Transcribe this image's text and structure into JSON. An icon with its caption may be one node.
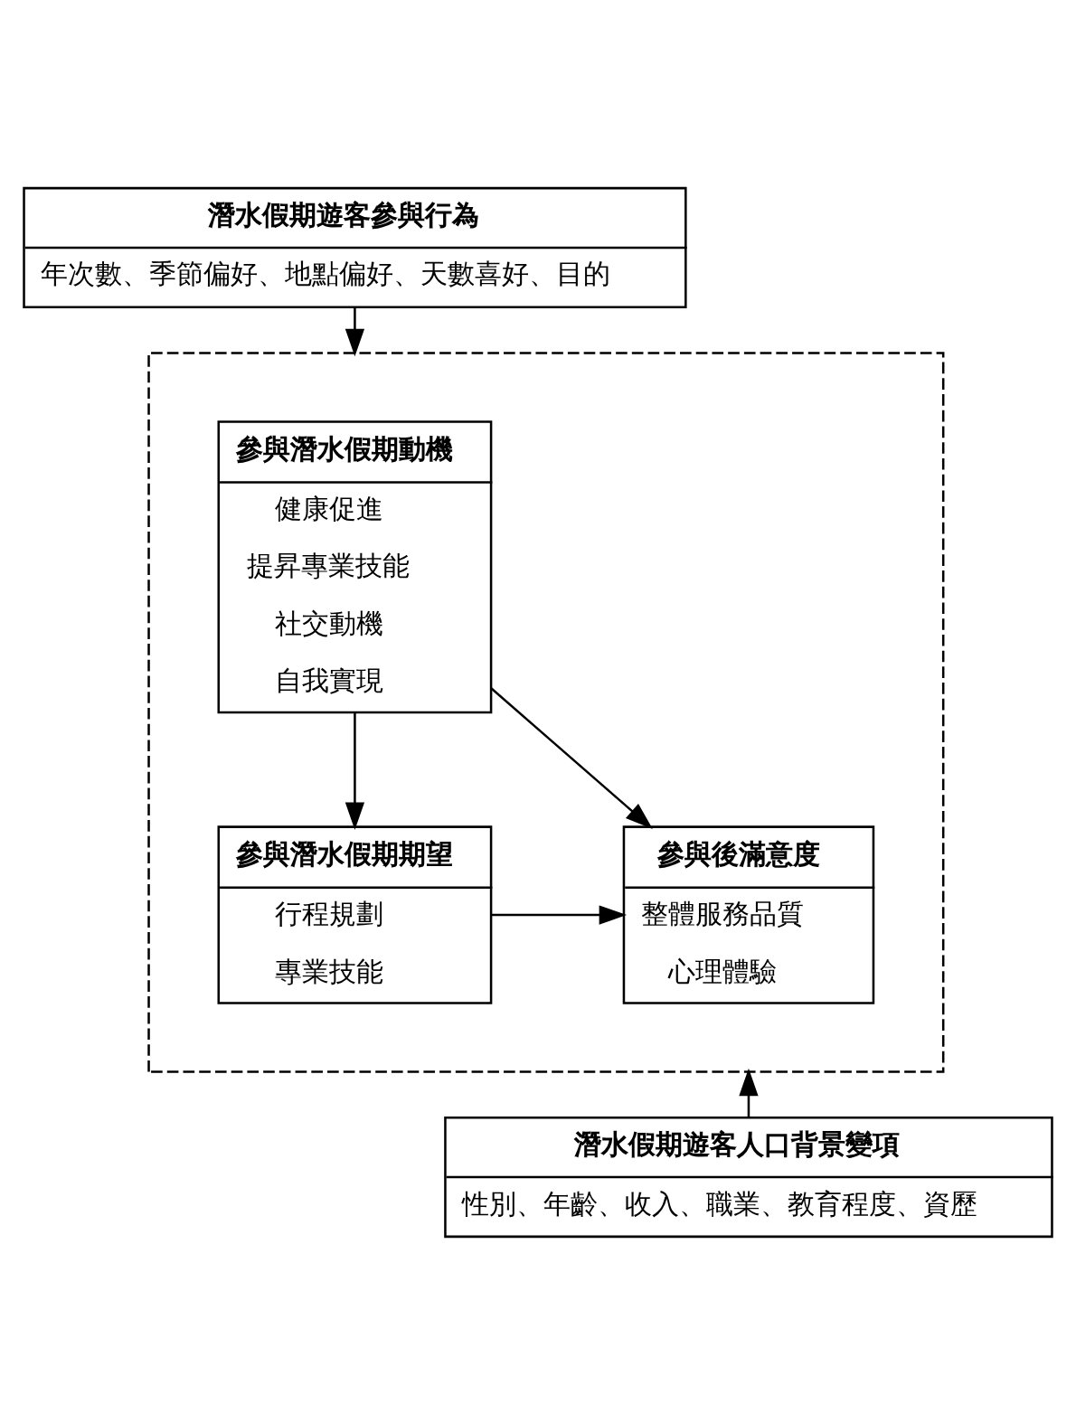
{
  "diagram": {
    "nodes": [
      {
        "text": [
          "潛水假期遊客參與行為",
          "年次數、季節偏好、地點偏好、天數喜好、目的"
        ]
      },
      {
        "text": [],
        "shape": "box"
      },
      {
        "text": [
          "參與潛水假期動機",
          "健康促進",
          "提昇專業技能",
          "社交動機",
          "自我實現"
        ],
        "in": 1
      },
      {
        "text": [
          "參與潛水假期期望",
          "行程規劃",
          "專業技能"
        ],
        "in": 1
      },
      {
        "text": [
          "參與後滿意度",
          "整體服務品質",
          "心理體驗"
        ],
        "in": 1
      },
      {
        "text": [
          "潛水假期遊客人口背景變項",
          "性別、年齡、收入、職業、教育程度、資歷"
        ]
      }
    ],
    "edges": [
      {
        "from": 0,
        "to": 1,
        "arrow": "to"
      },
      {
        "from": 2,
        "to": 3,
        "arrow": "to"
      },
      {
        "from": 2,
        "to": 4,
        "arrow": "to"
      },
      {
        "from": 3,
        "to": 4,
        "arrow": "to"
      },
      {
        "from": 5,
        "to": 1,
        "arrow": "to"
      }
    ]
  }
}
